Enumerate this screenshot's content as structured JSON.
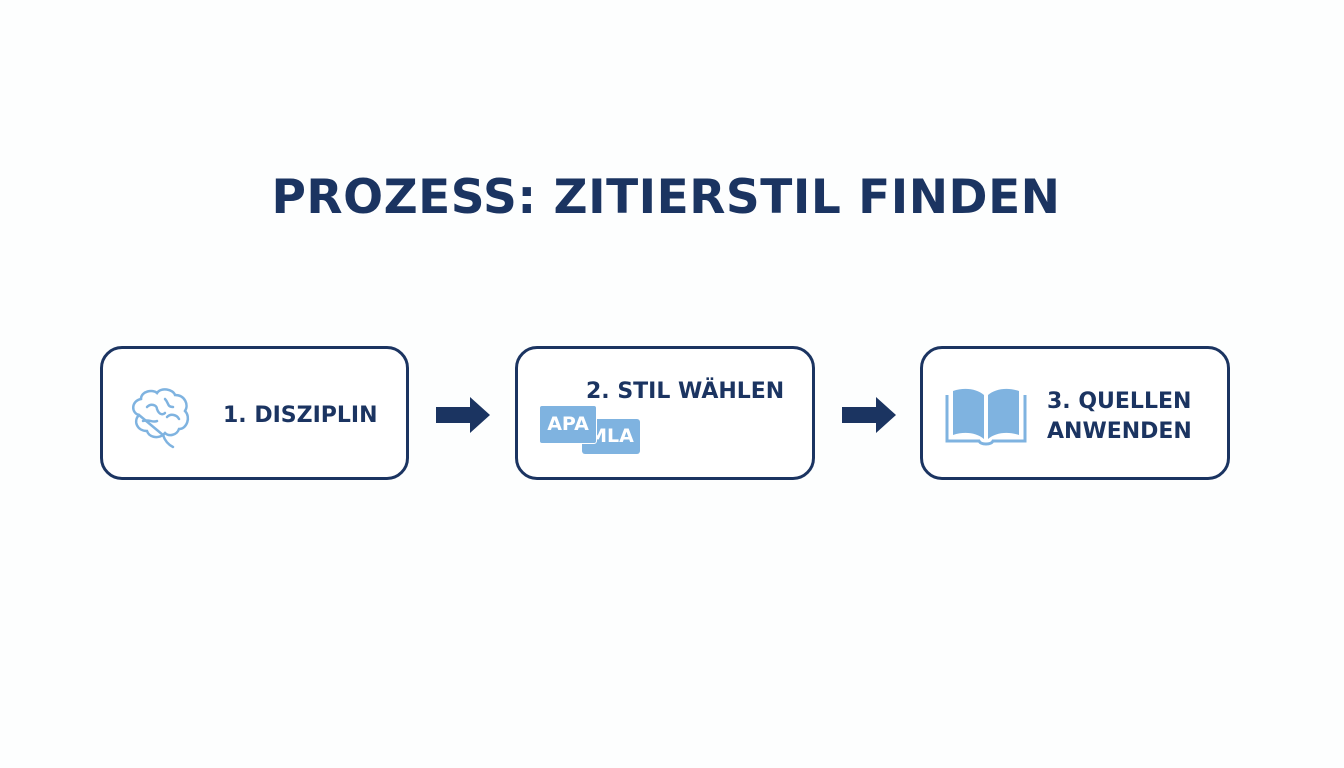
{
  "title": "PROZESS: ZITIERSTIL FINDEN",
  "steps": [
    {
      "label": "1. DISZIPLIN",
      "icon": "brain-icon"
    },
    {
      "label": "2. STIL WÄHLEN",
      "icon": "style-tags-icon",
      "tags": [
        "APA",
        "MLA"
      ]
    },
    {
      "label_line1": "3. QUELLEN",
      "label_line2": "ANWENDEN",
      "icon": "open-book-icon"
    }
  ],
  "colors": {
    "primary": "#1b3461",
    "accent": "#7fb3e0"
  }
}
